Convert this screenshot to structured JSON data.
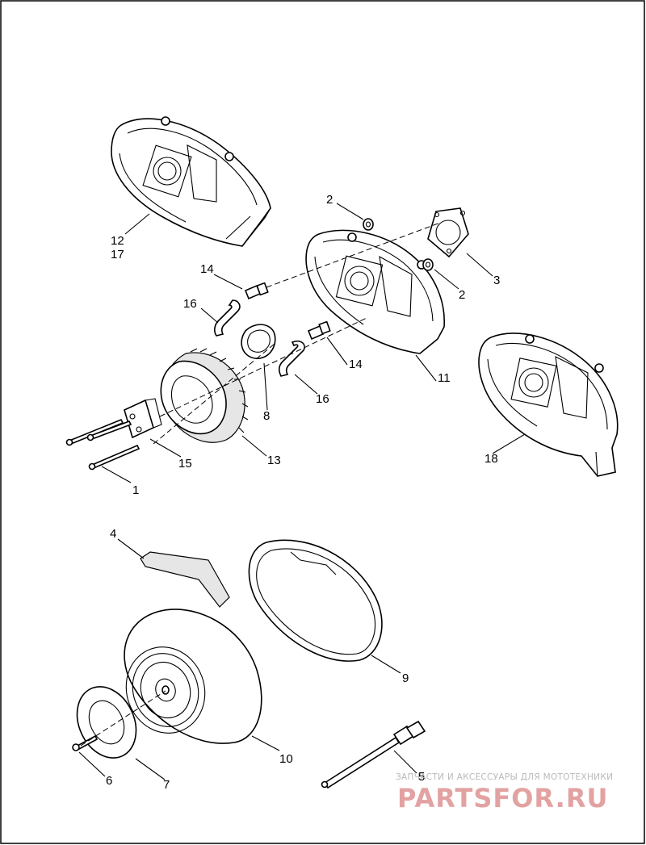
{
  "callouts": [
    {
      "id": "c12",
      "text": "12"
    },
    {
      "id": "c17",
      "text": "17"
    },
    {
      "id": "c2a",
      "text": "2"
    },
    {
      "id": "c2b",
      "text": "2"
    },
    {
      "id": "c3",
      "text": "3"
    },
    {
      "id": "c14a",
      "text": "14"
    },
    {
      "id": "c14b",
      "text": "14"
    },
    {
      "id": "c16a",
      "text": "16"
    },
    {
      "id": "c16b",
      "text": "16"
    },
    {
      "id": "c11",
      "text": "11"
    },
    {
      "id": "c8",
      "text": "8"
    },
    {
      "id": "c13",
      "text": "13"
    },
    {
      "id": "c15",
      "text": "15"
    },
    {
      "id": "c1",
      "text": "1"
    },
    {
      "id": "c18",
      "text": "18"
    },
    {
      "id": "c4",
      "text": "4"
    },
    {
      "id": "c9",
      "text": "9"
    },
    {
      "id": "c10",
      "text": "10"
    },
    {
      "id": "c5",
      "text": "5"
    },
    {
      "id": "c6",
      "text": "6"
    },
    {
      "id": "c7",
      "text": "7"
    }
  ],
  "watermark": {
    "tagline": "ЗАПЧАСТИ И АКСЕССУАРЫ ДЛЯ МОТОТЕХНИКИ",
    "logo": "PARTSFOR.RU"
  }
}
